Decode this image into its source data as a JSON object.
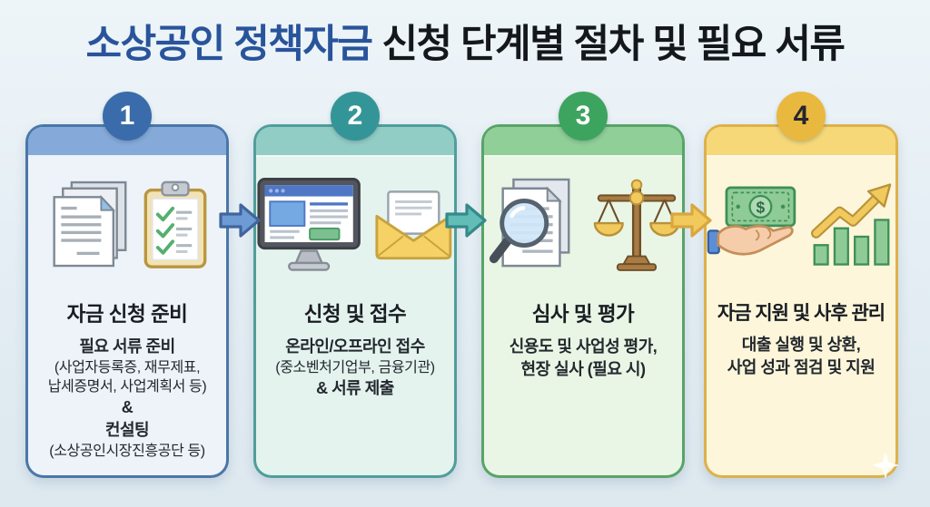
{
  "title": {
    "highlight": "소상공인 정책자금",
    "rest": "신청 단계별 절차 및 필요 서류"
  },
  "palette": {
    "background": "#e3edf3",
    "title_blue": "#29549b",
    "title_dark": "#14181d",
    "text": "#23282e"
  },
  "steps": [
    {
      "number": "1",
      "title": "자금 신청 준비",
      "lines": [
        "필요 서류 준비",
        "(사업자등록증, 재무제표,",
        "납세증명서, 사업계획서 등)",
        "&",
        "컨설팅",
        "(소상공인시장진흥공단 등)"
      ],
      "icons": [
        "document-stack-icon",
        "checklist-clipboard-icon"
      ],
      "colors": {
        "border": "#4a77a8",
        "header": "#85aad9",
        "body": "#eef3fa",
        "badge": "#3a6cab"
      }
    },
    {
      "number": "2",
      "title": "신청 및 접수",
      "lines": [
        "온라인/오프라인 접수",
        "(중소벤처기업부, 금융기관)",
        "& 서류 제출"
      ],
      "icons": [
        "computer-monitor-icon",
        "envelope-icon"
      ],
      "colors": {
        "border": "#4f9e9b",
        "header": "#92cdc5",
        "body": "#e4f3ee",
        "badge": "#349598"
      }
    },
    {
      "number": "3",
      "title": "심사 및 평가",
      "lines": [
        "신용도 및 사업성 평가,",
        "현장 실사 (필요 시)"
      ],
      "icons": [
        "document-magnifier-icon",
        "balance-scale-icon"
      ],
      "colors": {
        "border": "#58a468",
        "header": "#90cf97",
        "body": "#e9f6e5",
        "badge": "#3da45f"
      }
    },
    {
      "number": "4",
      "title": "자금 지원 및 사후 관리",
      "lines": [
        "대출 실행 및 상환,",
        "사업 성과 점검 및 지원"
      ],
      "icons": [
        "money-hand-icon",
        "growth-chart-icon"
      ],
      "colors": {
        "border": "#ddb14c",
        "header": "#f6d878",
        "body": "#fdf6da",
        "badge": "#e9b83e"
      }
    }
  ],
  "arrows": [
    {
      "name": "flow-arrow-1",
      "fill": "#6f9bd4",
      "stroke": "#3f669c"
    },
    {
      "name": "flow-arrow-2",
      "fill": "#63bdb7",
      "stroke": "#358a8a"
    },
    {
      "name": "flow-arrow-3",
      "fill": "#f2c95c",
      "stroke": "#d9a73f"
    }
  ]
}
